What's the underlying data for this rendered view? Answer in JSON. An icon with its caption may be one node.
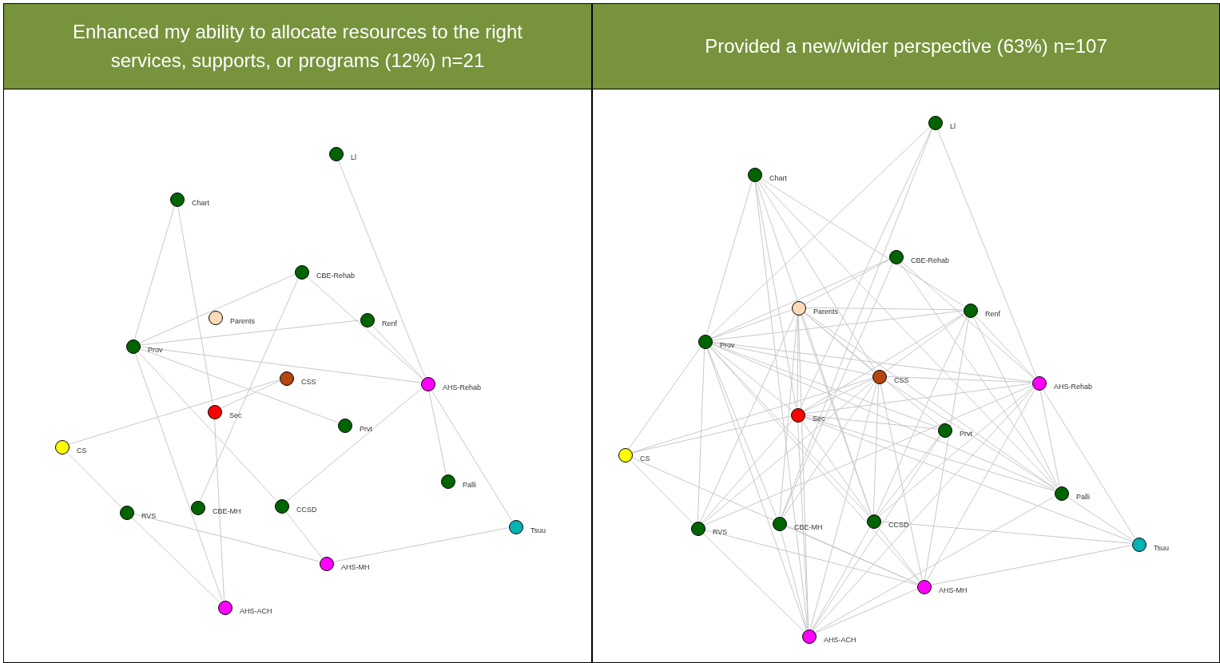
{
  "diagram": {
    "nodes": [
      {
        "text": [
          "Enhanced my ability to allocate resources to the right services, supports, or programs (12%) n=21"
        ]
      },
      {
        "text": [
          "Ll"
        ],
        "in": 0
      },
      {
        "text": [
          "Chart"
        ],
        "in": 0
      },
      {
        "text": [
          "CBE-Rehab"
        ],
        "in": 0
      },
      {
        "text": [
          "Parents"
        ],
        "in": 0
      },
      {
        "text": [
          "Renf"
        ],
        "in": 0
      },
      {
        "text": [
          "Prov"
        ],
        "in": 0
      },
      {
        "text": [
          "CSS"
        ],
        "in": 0
      },
      {
        "text": [
          "AHS-Rehab"
        ],
        "in": 0
      },
      {
        "text": [
          "Sec"
        ],
        "in": 0
      },
      {
        "text": [
          "Prvt"
        ],
        "in": 0
      },
      {
        "text": [
          "CS"
        ],
        "in": 0
      },
      {
        "text": [
          "Palli"
        ],
        "in": 0
      },
      {
        "text": [
          "RVS"
        ],
        "in": 0
      },
      {
        "text": [
          "CBE-MH"
        ],
        "in": 0
      },
      {
        "text": [
          "CCSD"
        ],
        "in": 0
      },
      {
        "text": [
          "Tsuu"
        ],
        "in": 0
      },
      {
        "text": [
          "AHS-MH"
        ],
        "in": 0
      },
      {
        "text": [
          "AHS-ACH"
        ],
        "in": 0
      },
      {
        "text": [
          "Provided a new/wider perspective (63%) n=107"
        ]
      },
      {
        "text": [
          "Ll"
        ],
        "in": 19
      },
      {
        "text": [
          "Chart"
        ],
        "in": 19
      },
      {
        "text": [
          "CBE-Rehab"
        ],
        "in": 19
      },
      {
        "text": [
          "Parents"
        ],
        "in": 19
      },
      {
        "text": [
          "Renf"
        ],
        "in": 19
      },
      {
        "text": [
          "Prov"
        ],
        "in": 19
      },
      {
        "text": [
          "CSS"
        ],
        "in": 19
      },
      {
        "text": [
          "AHS-Rehab"
        ],
        "in": 19
      },
      {
        "text": [
          "Sec"
        ],
        "in": 19
      },
      {
        "text": [
          "Prvt"
        ],
        "in": 19
      },
      {
        "text": [
          "CS"
        ],
        "in": 19
      },
      {
        "text": [
          "Palli"
        ],
        "in": 19
      },
      {
        "text": [
          "RVS"
        ],
        "in": 19
      },
      {
        "text": [
          "CBE-MH"
        ],
        "in": 19
      },
      {
        "text": [
          "CCSD"
        ],
        "in": 19
      },
      {
        "text": [
          "Tsuu"
        ],
        "in": 19
      },
      {
        "text": [
          "AHS-MH"
        ],
        "in": 19
      },
      {
        "text": [
          "AHS-ACH"
        ],
        "in": 19
      }
    ],
    "edges": [
      {
        "from": 1,
        "to": 8,
        "arrow": "none"
      },
      {
        "from": 2,
        "to": 6,
        "arrow": "none"
      },
      {
        "from": 2,
        "to": 9,
        "arrow": "none"
      },
      {
        "from": 3,
        "to": 6,
        "arrow": "none"
      },
      {
        "from": 3,
        "to": 14,
        "arrow": "none"
      },
      {
        "from": 3,
        "to": 8,
        "arrow": "none"
      },
      {
        "from": 5,
        "to": 6,
        "arrow": "none"
      },
      {
        "from": 5,
        "to": 8,
        "arrow": "none"
      },
      {
        "from": 6,
        "to": 8,
        "arrow": "none"
      },
      {
        "from": 6,
        "to": 10,
        "arrow": "none"
      },
      {
        "from": 6,
        "to": 15,
        "arrow": "none"
      },
      {
        "from": 6,
        "to": 18,
        "arrow": "none"
      },
      {
        "from": 7,
        "to": 11,
        "arrow": "none"
      },
      {
        "from": 7,
        "to": 9,
        "arrow": "none"
      },
      {
        "from": 9,
        "to": 18,
        "arrow": "none"
      },
      {
        "from": 8,
        "to": 15,
        "arrow": "none"
      },
      {
        "from": 8,
        "to": 12,
        "arrow": "none"
      },
      {
        "from": 8,
        "to": 16,
        "arrow": "none"
      },
      {
        "from": 11,
        "to": 13,
        "arrow": "none"
      },
      {
        "from": 13,
        "to": 17,
        "arrow": "none"
      },
      {
        "from": 13,
        "to": 18,
        "arrow": "none"
      },
      {
        "from": 15,
        "to": 17,
        "arrow": "none"
      },
      {
        "from": 17,
        "to": 16,
        "arrow": "none"
      },
      {
        "from": 20,
        "to": 25,
        "arrow": "none"
      },
      {
        "from": 20,
        "to": 28,
        "arrow": "none"
      },
      {
        "from": 20,
        "to": 27,
        "arrow": "none"
      },
      {
        "from": 20,
        "to": 33,
        "arrow": "none"
      },
      {
        "from": 21,
        "to": 25,
        "arrow": "none"
      },
      {
        "from": 21,
        "to": 28,
        "arrow": "none"
      },
      {
        "from": 21,
        "to": 26,
        "arrow": "none"
      },
      {
        "from": 21,
        "to": 34,
        "arrow": "none"
      },
      {
        "from": 21,
        "to": 24,
        "arrow": "none"
      },
      {
        "from": 21,
        "to": 31,
        "arrow": "none"
      },
      {
        "from": 21,
        "to": 37,
        "arrow": "none"
      },
      {
        "from": 22,
        "to": 23,
        "arrow": "none"
      },
      {
        "from": 22,
        "to": 25,
        "arrow": "none"
      },
      {
        "from": 22,
        "to": 31,
        "arrow": "none"
      },
      {
        "from": 22,
        "to": 33,
        "arrow": "none"
      },
      {
        "from": 22,
        "to": 27,
        "arrow": "none"
      },
      {
        "from": 23,
        "to": 24,
        "arrow": "none"
      },
      {
        "from": 23,
        "to": 25,
        "arrow": "none"
      },
      {
        "from": 23,
        "to": 26,
        "arrow": "none"
      },
      {
        "from": 23,
        "to": 28,
        "arrow": "none"
      },
      {
        "from": 23,
        "to": 34,
        "arrow": "none"
      },
      {
        "from": 23,
        "to": 37,
        "arrow": "none"
      },
      {
        "from": 23,
        "to": 33,
        "arrow": "none"
      },
      {
        "from": 23,
        "to": 31,
        "arrow": "none"
      },
      {
        "from": 23,
        "to": 32,
        "arrow": "none"
      },
      {
        "from": 23,
        "to": 29,
        "arrow": "none"
      },
      {
        "from": 24,
        "to": 25,
        "arrow": "none"
      },
      {
        "from": 24,
        "to": 26,
        "arrow": "none"
      },
      {
        "from": 24,
        "to": 28,
        "arrow": "none"
      },
      {
        "from": 24,
        "to": 27,
        "arrow": "none"
      },
      {
        "from": 24,
        "to": 31,
        "arrow": "none"
      },
      {
        "from": 24,
        "to": 34,
        "arrow": "none"
      },
      {
        "from": 24,
        "to": 36,
        "arrow": "none"
      },
      {
        "from": 25,
        "to": 30,
        "arrow": "none"
      },
      {
        "from": 25,
        "to": 32,
        "arrow": "none"
      },
      {
        "from": 25,
        "to": 33,
        "arrow": "none"
      },
      {
        "from": 25,
        "to": 34,
        "arrow": "none"
      },
      {
        "from": 25,
        "to": 37,
        "arrow": "none"
      },
      {
        "from": 25,
        "to": 26,
        "arrow": "none"
      },
      {
        "from": 25,
        "to": 28,
        "arrow": "none"
      },
      {
        "from": 25,
        "to": 29,
        "arrow": "none"
      },
      {
        "from": 25,
        "to": 27,
        "arrow": "none"
      },
      {
        "from": 25,
        "to": 31,
        "arrow": "none"
      },
      {
        "from": 25,
        "to": 36,
        "arrow": "none"
      },
      {
        "from": 26,
        "to": 30,
        "arrow": "none"
      },
      {
        "from": 26,
        "to": 28,
        "arrow": "none"
      },
      {
        "from": 26,
        "to": 32,
        "arrow": "none"
      },
      {
        "from": 26,
        "to": 33,
        "arrow": "none"
      },
      {
        "from": 26,
        "to": 34,
        "arrow": "none"
      },
      {
        "from": 26,
        "to": 36,
        "arrow": "none"
      },
      {
        "from": 26,
        "to": 37,
        "arrow": "none"
      },
      {
        "from": 26,
        "to": 31,
        "arrow": "none"
      },
      {
        "from": 26,
        "to": 27,
        "arrow": "none"
      },
      {
        "from": 27,
        "to": 28,
        "arrow": "none"
      },
      {
        "from": 27,
        "to": 32,
        "arrow": "none"
      },
      {
        "from": 27,
        "to": 34,
        "arrow": "none"
      },
      {
        "from": 27,
        "to": 36,
        "arrow": "none"
      },
      {
        "from": 27,
        "to": 37,
        "arrow": "none"
      },
      {
        "from": 27,
        "to": 31,
        "arrow": "none"
      },
      {
        "from": 27,
        "to": 35,
        "arrow": "none"
      },
      {
        "from": 28,
        "to": 30,
        "arrow": "none"
      },
      {
        "from": 28,
        "to": 29,
        "arrow": "none"
      },
      {
        "from": 28,
        "to": 31,
        "arrow": "none"
      },
      {
        "from": 28,
        "to": 34,
        "arrow": "none"
      },
      {
        "from": 28,
        "to": 37,
        "arrow": "none"
      },
      {
        "from": 28,
        "to": 32,
        "arrow": "none"
      },
      {
        "from": 28,
        "to": 35,
        "arrow": "none"
      },
      {
        "from": 29,
        "to": 34,
        "arrow": "none"
      },
      {
        "from": 29,
        "to": 37,
        "arrow": "none"
      },
      {
        "from": 30,
        "to": 32,
        "arrow": "none"
      },
      {
        "from": 30,
        "to": 36,
        "arrow": "none"
      },
      {
        "from": 31,
        "to": 37,
        "arrow": "none"
      },
      {
        "from": 31,
        "to": 35,
        "arrow": "none"
      },
      {
        "from": 32,
        "to": 36,
        "arrow": "none"
      },
      {
        "from": 32,
        "to": 37,
        "arrow": "none"
      },
      {
        "from": 33,
        "to": 37,
        "arrow": "none"
      },
      {
        "from": 33,
        "to": 36,
        "arrow": "none"
      },
      {
        "from": 34,
        "to": 35,
        "arrow": "none"
      },
      {
        "from": 34,
        "to": 37,
        "arrow": "none"
      },
      {
        "from": 34,
        "to": 36,
        "arrow": "none"
      },
      {
        "from": 35,
        "to": 36,
        "arrow": "none"
      },
      {
        "from": 36,
        "to": 37,
        "arrow": "none"
      }
    ]
  }
}
